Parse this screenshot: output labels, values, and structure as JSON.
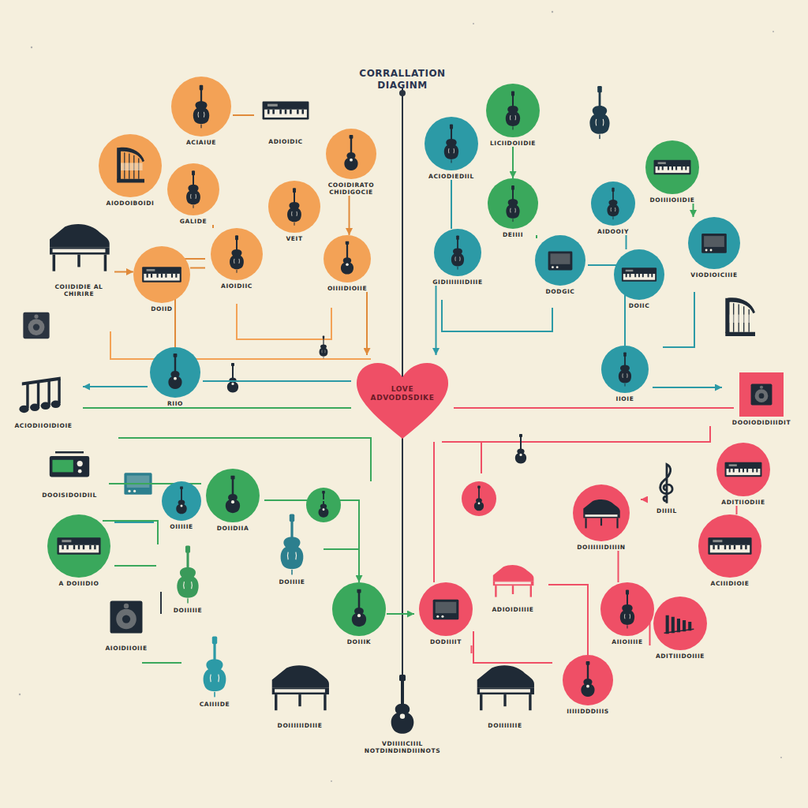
{
  "diagram": {
    "title": "CORRALLATION DIAGINM",
    "nodes": [
      {
        "text": [
          "ACIAIUE"
        ]
      },
      {
        "text": [
          "ADIOIDIC"
        ]
      },
      {
        "text": [
          "LICIIDOIIDIE"
        ]
      },
      {
        "text": [
          "COOIDIRATO CHIDIGOCIE"
        ]
      },
      {
        "text": [
          "ACIODIEDIIL"
        ]
      },
      {
        "text": [
          "AIODOIBOIDI"
        ]
      },
      {
        "text": [
          "DOIIIIOIIDIE"
        ]
      },
      {
        "text": [
          "GALIDE"
        ]
      },
      {
        "text": [
          "VEIT"
        ]
      },
      {
        "text": [
          "DEIIII"
        ]
      },
      {
        "text": [
          "AIDOOIY"
        ]
      },
      {
        "text": [
          "COIIDIDIE AL CHIRIRE"
        ]
      },
      {
        "text": [
          "VIODIOICIIIE"
        ]
      },
      {
        "text": [
          "AIOIDIIC"
        ]
      },
      {
        "text": [
          "OIIIIDIOIIE"
        ]
      },
      {
        "text": [
          "GIDIIIIIIIDIIIE"
        ]
      },
      {
        "text": [
          "DODGIC"
        ]
      },
      {
        "text": [
          "DOIID"
        ]
      },
      {
        "text": [
          "DOIIC"
        ]
      },
      {
        "text": [
          "RIIO"
        ]
      },
      {
        "text": [
          "IIOIE"
        ]
      },
      {
        "text": [
          "LOVE ADVODDSDIKE"
        ]
      },
      {
        "text": [
          "ACIODIIOIDIOIE"
        ]
      },
      {
        "text": [
          "DOOIODIDIIIDIT"
        ]
      },
      {
        "text": [
          "DOOISIDOIDIIL"
        ]
      },
      {
        "text": [
          "ADITIIODIIE"
        ]
      },
      {
        "text": [
          "OIIIIIE"
        ]
      },
      {
        "text": [
          "DOIIDIIA"
        ]
      },
      {
        "text": [
          "DIIIIL"
        ]
      },
      {
        "text": [
          "DOIIIIIIDIIIIN"
        ]
      },
      {
        "text": [
          "A DOIIIDIO"
        ]
      },
      {
        "text": [
          "ACIIIDIOIE"
        ]
      },
      {
        "text": [
          "DOIIIIE"
        ]
      },
      {
        "text": [
          "ADIOIDIIIIE"
        ]
      },
      {
        "text": [
          "DOIIIIIE"
        ]
      },
      {
        "text": [
          "DOIIIK"
        ]
      },
      {
        "text": [
          "DODIIIIT"
        ]
      },
      {
        "text": [
          "AIIOIIIIE"
        ]
      },
      {
        "text": [
          "ADITIIIDOIIIE"
        ]
      },
      {
        "text": [
          "AIOIDIIOIIE"
        ]
      },
      {
        "text": [
          "CAIIIIDE"
        ]
      },
      {
        "text": [
          "DOIIIIIIDIIIE"
        ]
      },
      {
        "text": [
          "VDIIIIICIIIL NOTDINDINDIIINOTS"
        ]
      },
      {
        "text": [
          "DOIIIIIIIE"
        ]
      },
      {
        "text": [
          "IIIIIDDDIIIS"
        ]
      }
    ],
    "edges": [
      {
        "from": 0,
        "to": 1,
        "arrow": "none"
      },
      {
        "from": 5,
        "to": 7,
        "arrow": "none"
      },
      {
        "from": 7,
        "to": 13,
        "arrow": "none"
      },
      {
        "from": 3,
        "to": 14,
        "arrow": "to"
      },
      {
        "from": 11,
        "to": 17,
        "arrow": "to"
      },
      {
        "from": 17,
        "to": 13,
        "arrow": "none"
      },
      {
        "from": 13,
        "to": 19,
        "arrow": "none"
      },
      {
        "from": 14,
        "to": 21,
        "arrow": "to"
      },
      {
        "from": 2,
        "to": 9,
        "arrow": "to"
      },
      {
        "from": 4,
        "to": 15,
        "arrow": "none"
      },
      {
        "from": 6,
        "to": 12,
        "arrow": "to"
      },
      {
        "from": 10,
        "to": 18,
        "arrow": "none"
      },
      {
        "from": 16,
        "to": 20,
        "arrow": "none"
      },
      {
        "from": 15,
        "to": 21,
        "arrow": "to"
      },
      {
        "from": 20,
        "to": 23,
        "arrow": "to"
      },
      {
        "from": 19,
        "to": 22,
        "arrow": "to"
      },
      {
        "from": 24,
        "to": 27,
        "arrow": "none"
      },
      {
        "from": 26,
        "to": 30,
        "arrow": "none"
      },
      {
        "from": 27,
        "to": 35,
        "arrow": "none"
      },
      {
        "from": 32,
        "to": 35,
        "arrow": "to"
      },
      {
        "from": 34,
        "to": 39,
        "arrow": "none"
      },
      {
        "from": 35,
        "to": 36,
        "arrow": "to"
      },
      {
        "from": 30,
        "to": 34,
        "arrow": "none"
      },
      {
        "from": 36,
        "to": 43,
        "arrow": "none"
      },
      {
        "from": 29,
        "to": 37,
        "arrow": "none"
      },
      {
        "from": 25,
        "to": 31,
        "arrow": "none"
      },
      {
        "from": 33,
        "to": 44,
        "arrow": "none"
      },
      {
        "from": 37,
        "to": 38,
        "arrow": "none"
      },
      {
        "from": 21,
        "to": 36,
        "arrow": "none"
      },
      {
        "from": 19,
        "to": 21,
        "arrow": "none"
      },
      {
        "from": 28,
        "to": 29,
        "arrow": "to"
      },
      {
        "from": 9,
        "to": 16,
        "arrow": "none"
      }
    ]
  }
}
